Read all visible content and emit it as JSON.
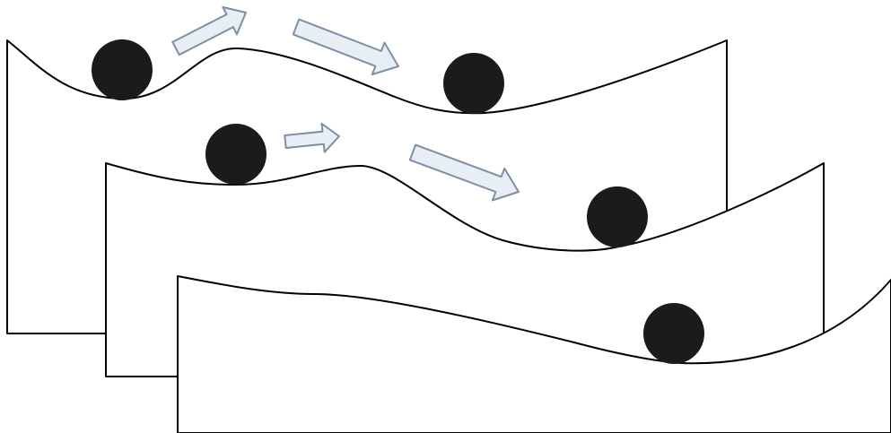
{
  "diagram": {
    "panels": [
      {
        "id": "back",
        "role": "energy-landscape",
        "balls": 2,
        "arrows": 2
      },
      {
        "id": "middle",
        "role": "energy-landscape",
        "balls": 2,
        "arrows": 2
      },
      {
        "id": "front",
        "role": "energy-landscape",
        "balls": 1,
        "arrows": 0
      }
    ],
    "colors": {
      "panel_fill": "#ffffff",
      "outline": "#000000",
      "ball": "#1b1b1b",
      "arrow_fill": "#e8eef6",
      "arrow_stroke": "#7e8ea6"
    }
  }
}
